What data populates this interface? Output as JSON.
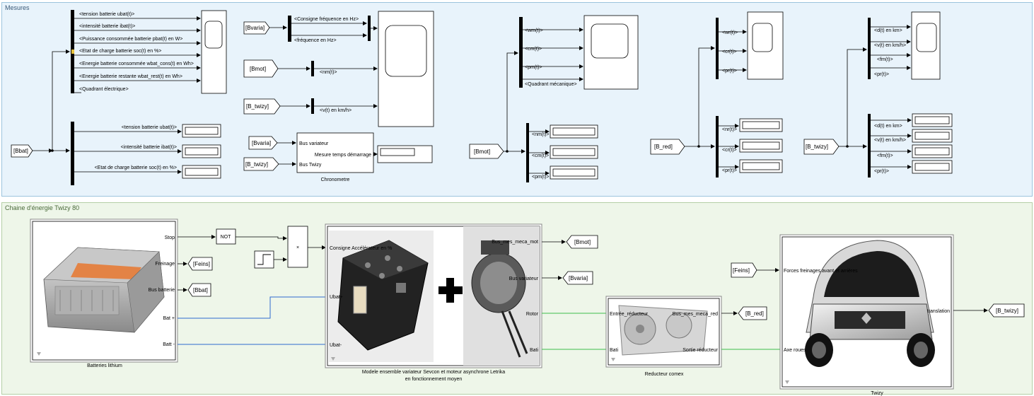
{
  "areas": {
    "mesures": "Mesures",
    "chaine": "Chaine d'énergie Twizy 80"
  },
  "goto_tags": {
    "bbat": "[Bbat]",
    "bvaria": "[Bvaria]",
    "bmot": "[Bmot]",
    "b_twizy": "[B_twizy]",
    "b_red": "[B_red]",
    "feins": "[Feins]"
  },
  "batt_bus": {
    "signals": [
      "<tension batterie ubat(t)>",
      "<intensité batterie ibat(t)>",
      "<Puissance consommée batterie pbat(t) en W>",
      "<Etat de charge batterie soc(t) en %>",
      "<Energie batterie consommée wbat_cons(t) en Wh>",
      "<Energie batterie restante wbat_rest(t) en Wh>",
      "<Quadrant électrique>"
    ],
    "display_signals": [
      "<tension batterie ubat(t)>",
      "<intensité batterie ibat(t)>",
      "<Etat de charge batterie soc(t) en %>"
    ]
  },
  "variateur_bus": {
    "signals": [
      "<Consigne fréquence en Hz>",
      "<fréquence en Hz>"
    ],
    "nm": "<nm(t)>",
    "v": "<v(t) en km/h>"
  },
  "chronometre": {
    "in1": "Bus variateur",
    "in2": "Bus Twizy",
    "out": "Mesure temps démarrage",
    "name": "Chronometre"
  },
  "mot_bus": {
    "scope_signals": [
      "<wm(t)>",
      "<cm(t)>",
      "<pm(t)>",
      "<Quadrant mécanique>"
    ],
    "display_signals": [
      "<nm(t)>",
      "<cm(t)>",
      "<pm(t)>"
    ]
  },
  "red_bus": {
    "scope_signals": [
      "<wr(t)>",
      "<cr(t)>",
      "<pr(t)>"
    ],
    "display_signals": [
      "<nr(t)>",
      "<cr(t)>",
      "<pr(t)>"
    ]
  },
  "twizy_bus": {
    "scope_signals": [
      "<d(t) en km>",
      "<v(t) en km/h>",
      "<fm(t)>",
      "<pr(t)>"
    ],
    "display_signals": [
      "<d(t) en km>",
      "<v(t) en km/h>",
      "<fm(t)>",
      "<pr(t)>"
    ]
  },
  "batteries": {
    "ports": [
      "Stop",
      "Freinage",
      "Bus batterie",
      "Bat +",
      "Batt -"
    ],
    "name": "Batteries lithium"
  },
  "logic": {
    "not": "NOT",
    "product": "×"
  },
  "moteur": {
    "in_ports": [
      "Consigne Accélérateur en %",
      "Ubat+",
      "Ubat-"
    ],
    "out_ports": [
      "Bus_mes_meca_mot",
      "Bus variateur",
      "Rotor",
      "Bati"
    ],
    "name_line1": "Modele ensemble variateur Sevcon et moteur asynchrone Letrika",
    "name_line2": "en fonctionnement moyen"
  },
  "reducteur": {
    "in_ports": [
      "Entrée_réducteur",
      "Bati"
    ],
    "out_ports": [
      "Bus_mes_meca_red",
      "Sortie réducteur"
    ],
    "name": "Reducteur comex"
  },
  "twizy": {
    "in_ports": [
      "Forces freinages avant et arrières",
      "Axe roues"
    ],
    "out_ports": [
      "translation"
    ],
    "name": "Twizy"
  }
}
